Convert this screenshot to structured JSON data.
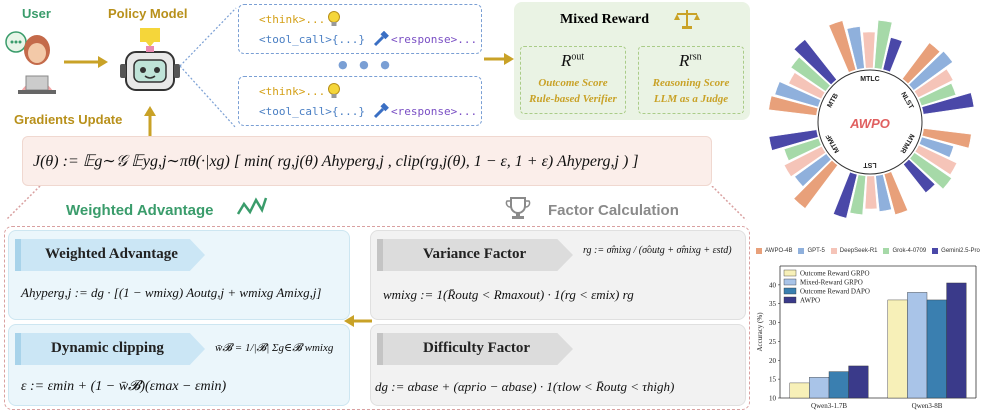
{
  "labels": {
    "user": "User",
    "policy_model": "Policy Model",
    "gradients_update": "Gradients Update",
    "weighted_advantage": "Weighted Advantage",
    "factor_calculation": "Factor Calculation"
  },
  "trajectory": {
    "think": "<think>...",
    "tool_call": "<tool_call>{...}",
    "response": "<response>...",
    "dots": "● ● ●"
  },
  "mixed_reward": {
    "title": "Mixed Reward",
    "out_symbol": "R",
    "out_sup": "out",
    "out_line1": "Outcome Score",
    "out_line2": "Rule-based Verifier",
    "rsn_symbol": "R",
    "rsn_sup": "rsn",
    "rsn_line1": "Reasoning Score",
    "rsn_line2": "LLM as a Judge"
  },
  "objective": "J(θ) := 𝔼g∼𝒢 𝔼yg,j∼πθ(·|xg) [ min( rg,j(θ) Ahyperg,j , clip(rg,j(θ), 1 − ε, 1 + ε) Ahyperg,j ) ]",
  "cards": {
    "weighted_advantage": {
      "title": "Weighted Advantage",
      "formula": "Ahyperg,j := dg · [(1 − wmixg) Aoutg,j + wmixg Amixg,j]"
    },
    "dynamic_clipping": {
      "title": "Dynamic clipping",
      "formula_w": "w̄𝓑 = 1/|𝓑| Σg∈𝓑 wmixg",
      "formula_eps": "ε := εmin + (1 − w̄𝓑)(εmax − εmin)"
    },
    "variance_factor": {
      "title": "Variance Factor",
      "formula_r": "rg := σ̂mixg / (σ̂outg + σ̂mixg + εstd)",
      "formula_w": "wmixg := 1(R̄outg < Rmaxout) · 1(rg < εmix) rg"
    },
    "difficulty_factor": {
      "title": "Difficulty Factor",
      "formula": "dg := αbase + (αprio − αbase) · 1(τlow < R̄outg < τhigh)"
    }
  },
  "radar": {
    "center_label": "AWPO",
    "axes": [
      "MTLC",
      "NLST",
      "MTMR",
      "LST",
      "MTMF",
      "MTB"
    ],
    "legend": [
      "AWPO-4B",
      "GPT-5",
      "DeepSeek-R1",
      "Grok-4-0709",
      "Gemini2.5-Pro"
    ],
    "colors": [
      "#e8a07a",
      "#8fb0dc",
      "#f5c4b8",
      "#a6d9a8",
      "#4a48a8"
    ],
    "values": [
      [
        85,
        70,
        60,
        80,
        55
      ],
      [
        75,
        80,
        65,
        60,
        85
      ],
      [
        80,
        55,
        70,
        75,
        60
      ],
      [
        70,
        60,
        55,
        65,
        75
      ],
      [
        90,
        65,
        70,
        60,
        80
      ],
      [
        80,
        75,
        60,
        70,
        85
      ]
    ]
  },
  "chart_data": {
    "type": "bar",
    "categories": [
      "Qwen3-1.7B",
      "Qwen3-8B"
    ],
    "series": [
      {
        "name": "Outcome Reward GRPO",
        "values": [
          14.0,
          36.0
        ],
        "color": "#f7f0b8"
      },
      {
        "name": "Mixed-Reward GRPO",
        "values": [
          15.5,
          38.0
        ],
        "color": "#a9c4e8"
      },
      {
        "name": "Outcome Reward DAPO",
        "values": [
          17.0,
          36.0
        ],
        "color": "#3a7fb0"
      },
      {
        "name": "AWPO",
        "values": [
          18.5,
          40.5
        ],
        "color": "#3a3a8a"
      }
    ],
    "ylabel": "Accuracy (%)",
    "ylim": [
      10,
      45
    ],
    "yticks": [
      10,
      15,
      20,
      25,
      30,
      35,
      40
    ],
    "legend": "top-left"
  }
}
